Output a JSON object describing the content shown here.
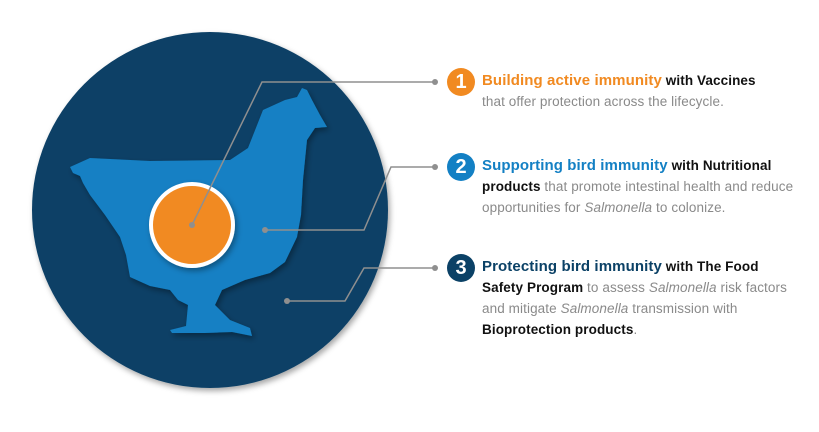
{
  "colors": {
    "navy": "#0b4166",
    "blue": "#1380c4",
    "orange": "#f18a21",
    "gray": "#8a8a8a"
  },
  "items": [
    {
      "number": "1",
      "color": "#f18a21",
      "headline": "Building active immunity",
      "bold1": "with Vaccines",
      "rest": "that offer protection across the lifecycle."
    },
    {
      "number": "2",
      "color": "#1380c4",
      "headline": "Supporting bird immunity",
      "bold1": "with Nutritional products",
      "rest1": "that promote intestinal health and reduce opportunities for",
      "italic1": "Salmonella",
      "rest2": "to colonize."
    },
    {
      "number": "3",
      "color": "#0b4166",
      "headline": "Protecting bird immunity",
      "bold1": "with The Food Safety Program",
      "rest1": "to assess",
      "italic1": "Salmonella",
      "rest2": "risk factors and mitigate",
      "italic2": "Salmonella",
      "rest3": "transmission with",
      "bold2": "Bioprotection products",
      "end": "."
    }
  ]
}
